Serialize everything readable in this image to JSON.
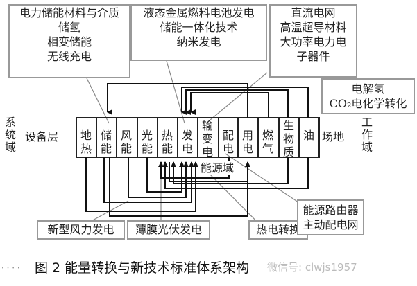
{
  "top_boxes": {
    "storage": [
      "电力储能材料与介质",
      "储氢",
      "相变储能",
      "无线充电"
    ],
    "generation": [
      "液态金属燃料电池发电",
      "储能一体化技术",
      "纳米发电"
    ],
    "grid": [
      "直流电网",
      "高温超导材料",
      "大功率电力电",
      "子器件"
    ],
    "chem": [
      "电解氢",
      "CO₂电化学转化"
    ]
  },
  "left_labels": {
    "system_domain": "系统域",
    "device_layer": "设备层"
  },
  "right_labels": {
    "site": "场地",
    "work_domain": "工作域"
  },
  "columns": [
    "地热",
    "储能",
    "风能",
    "光能",
    "热能",
    "发电",
    "输变电",
    "配电",
    "用电",
    "燃气",
    "生物质",
    "油"
  ],
  "energy_domain": "能源域",
  "bottom_boxes": {
    "wind": "新型风力发电",
    "pv": "薄膜光伏发电",
    "thermo": "热电转换",
    "router": [
      "能源路由器",
      "主动配电网"
    ]
  },
  "caption": "图 2 能量转换与新技术标准体系架构",
  "watermark": "微信号: clwjs1957"
}
